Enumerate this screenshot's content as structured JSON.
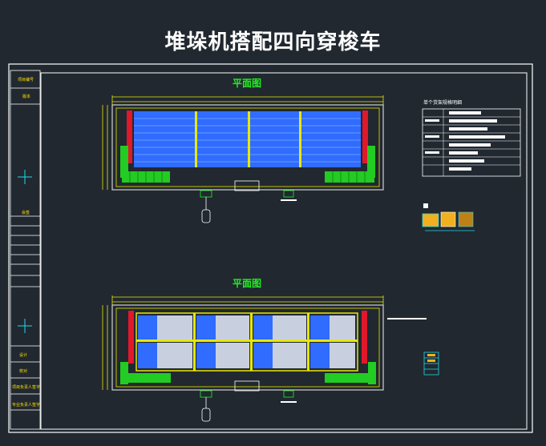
{
  "title": "堆垛机搭配四向穿梭车",
  "plans": {
    "top_label": "平面图",
    "bottom_label": "平面图"
  },
  "title_block": {
    "field_1": "项目编号",
    "field_2": "版本",
    "field_3": "会签",
    "field_4": "设计",
    "field_5": "校对",
    "field_6": "项目负责人签字",
    "field_7": "专业负责人签字"
  },
  "legend_table": {
    "title": "单个货架规格明细"
  },
  "colors": {
    "background": "#212830",
    "frame": "#ffffff",
    "rack_blue": "#2f6cff",
    "label_green": "#22ee22",
    "wall_yellow": "#e8e800",
    "rail_red": "#e0182a",
    "cyan": "#22d8e8"
  }
}
